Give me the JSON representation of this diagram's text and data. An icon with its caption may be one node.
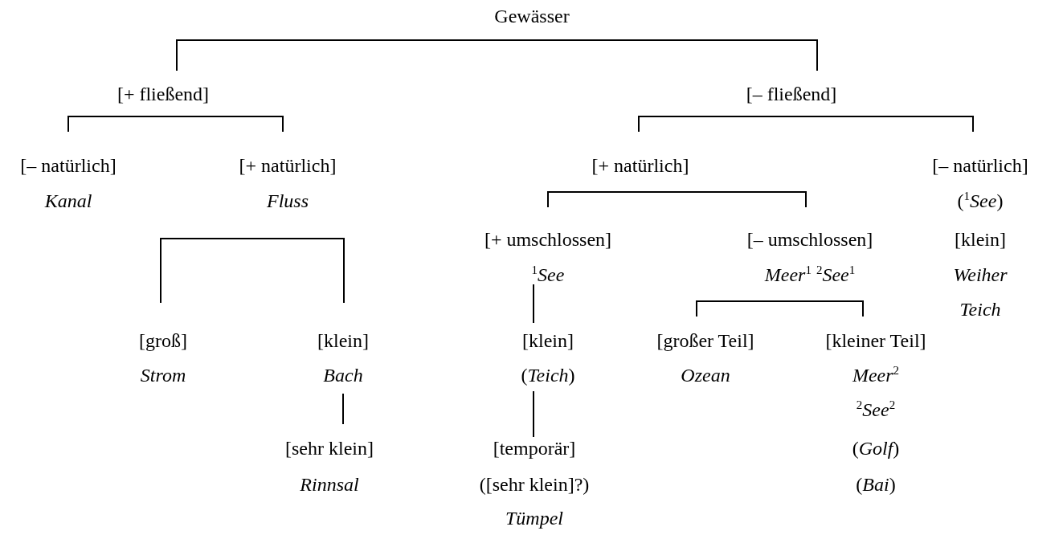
{
  "diagram": {
    "nodes": [
      {
        "text": [
          "Gewässer"
        ]
      },
      {
        "text": [
          "[+ fließend]"
        ]
      },
      {
        "text": [
          "[– fließend]"
        ]
      },
      {
        "text": [
          "[– natürlich]",
          "Kanal"
        ]
      },
      {
        "text": [
          "[+ natürlich]",
          "Fluss"
        ]
      },
      {
        "text": [
          "[+ natürlich]"
        ]
      },
      {
        "text": [
          "[– natürlich]",
          "($^{1}$*See*)",
          "[klein]",
          "Weiher",
          "Teich"
        ]
      },
      {
        "text": [
          "[+ umschlossen]",
          "$^{1}$*See*"
        ]
      },
      {
        "text": [
          "[– umschlossen]",
          "*Meer*$^{1}$ $^{2}$*See*$^{1}$"
        ]
      },
      {
        "text": [
          "[groß]",
          "Strom"
        ]
      },
      {
        "text": [
          "[klein]",
          "Bach"
        ]
      },
      {
        "text": [
          "[sehr klein]",
          "Rinnsal"
        ]
      },
      {
        "text": [
          "[klein]",
          "(*Teich*)"
        ]
      },
      {
        "text": [
          "[temporär]",
          "([sehr klein]?)",
          "Tümpel"
        ]
      },
      {
        "text": [
          "[großer Teil]",
          "Ozean"
        ]
      },
      {
        "text": [
          "[kleiner Teil]",
          "*Meer*$^{2}$",
          "$^{2}$*See*$^{2}$",
          "(*Golf*)",
          "(*Bai*)"
        ]
      }
    ],
    "edges": [
      {
        "from": 0,
        "to": 1,
        "arrow": "none"
      },
      {
        "from": 0,
        "to": 2,
        "arrow": "none"
      },
      {
        "from": 1,
        "to": 3,
        "arrow": "none"
      },
      {
        "from": 1,
        "to": 4,
        "arrow": "none"
      },
      {
        "from": 4,
        "to": 9,
        "arrow": "none"
      },
      {
        "from": 4,
        "to": 10,
        "arrow": "none"
      },
      {
        "from": 10,
        "to": 11,
        "arrow": "none"
      },
      {
        "from": 2,
        "to": 5,
        "arrow": "none"
      },
      {
        "from": 2,
        "to": 6,
        "arrow": "none"
      },
      {
        "from": 5,
        "to": 7,
        "arrow": "none"
      },
      {
        "from": 5,
        "to": 8,
        "arrow": "none"
      },
      {
        "from": 7,
        "to": 12,
        "arrow": "none"
      },
      {
        "from": 12,
        "to": 13,
        "arrow": "none"
      },
      {
        "from": 8,
        "to": 14,
        "arrow": "none"
      },
      {
        "from": 8,
        "to": 15,
        "arrow": "none"
      }
    ]
  }
}
